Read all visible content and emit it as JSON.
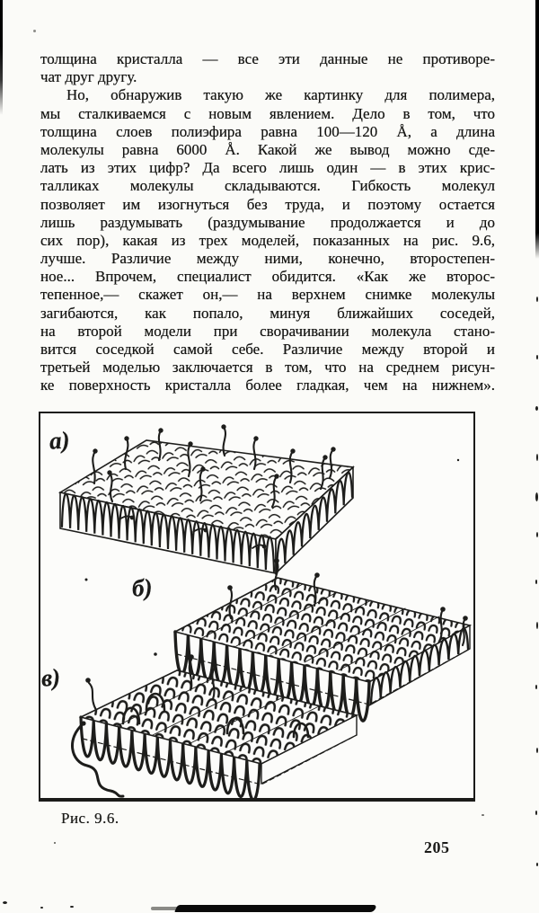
{
  "document": {
    "body_lines": [
      "толщина кристалла — все эти данные не противоре-",
      "чат друг другу.",
      "Но, обнаружив такую же картинку для полимера,",
      "мы сталкиваемся с новым явлением. Дело в том, что",
      "толщина слоев полиэфира равна 100—120 Å, а длина",
      "молекулы равна 6000 Å. Какой же вывод можно сде-",
      "лать из этих цифр? Да всего лишь один — в этих крис-",
      "талликах молекулы складываются. Гибкость молекул",
      "позволяет им изогнуться без труда, и поэтому остается",
      "лишь раздумывать (раздумывание продолжается и до",
      "сих пор), какая из трех моделей, показанных на рис. 9.6,",
      "лучше. Различие между ними, конечно, второстепен-",
      "ное... Впрочем, специалист обидится. «Как же второс-",
      "тепенное,— скажет он,— на верхнем снимке молекулы",
      "загибаются, как попало, минуя ближайших соседей,",
      "на второй модели при сворачивании молекула стано-",
      "вится соседкой самой себе. Различие между второй и",
      "третьей моделью заключается в том, что на среднем рисун-",
      "ке поверхность кристалла более гладкая, чем на нижнем»."
    ],
    "figure": {
      "labels": [
        "а)",
        "б)",
        "в)"
      ],
      "caption": "Рис. 9.6."
    },
    "page_number": "205"
  },
  "colors": {
    "ink": "#1d1d1b",
    "paper": "#fbfbf8"
  }
}
